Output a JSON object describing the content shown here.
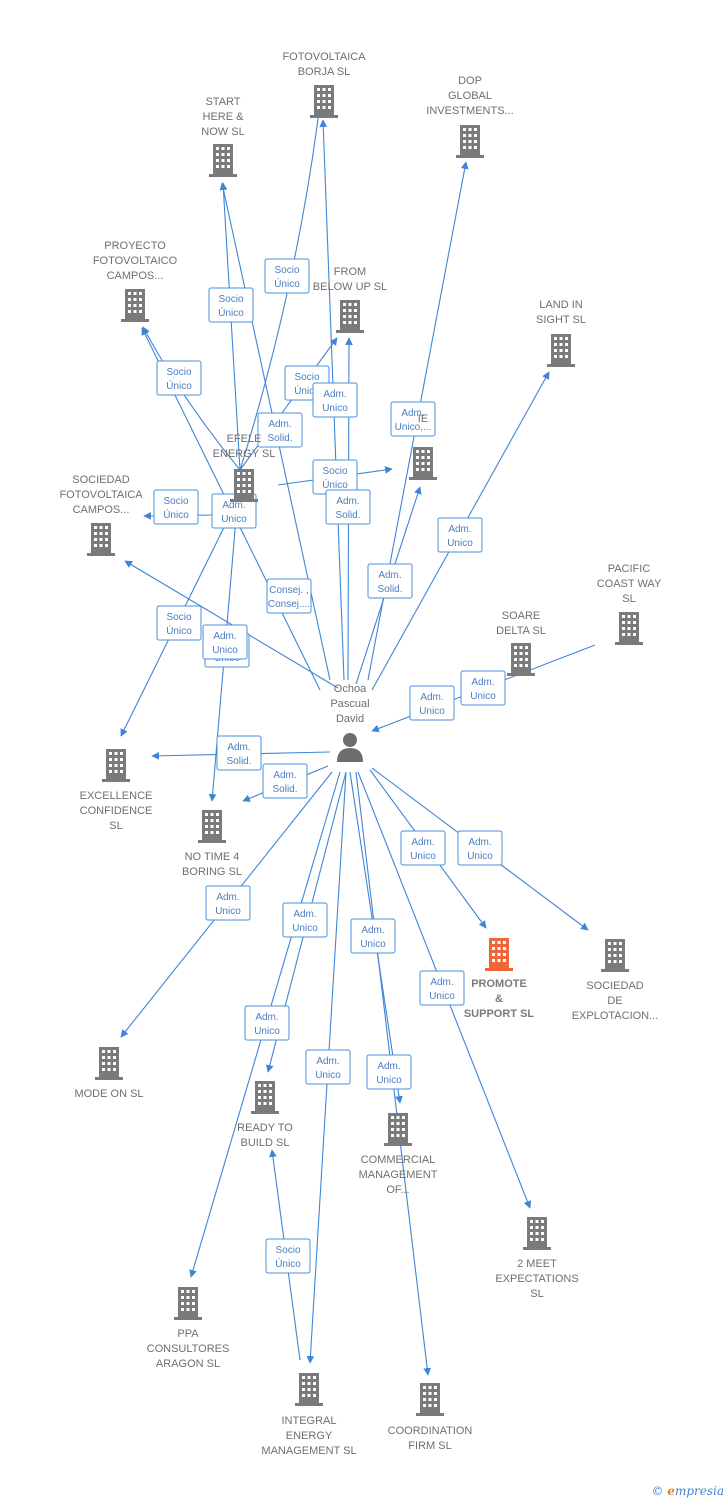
{
  "person": {
    "lines": [
      "Ochoa",
      "Pascual",
      "David"
    ]
  },
  "nodes": {
    "fotovoltaica_borja": {
      "lines": [
        "FOTOVOLTAICA",
        "BORJA  SL"
      ]
    },
    "start_here_now": {
      "lines": [
        "START",
        "HERE &",
        "NOW  SL"
      ]
    },
    "dop_global": {
      "lines": [
        "DOP",
        "GLOBAL",
        "INVESTMENTS..."
      ]
    },
    "proyecto_fotovoltaico": {
      "lines": [
        "PROYECTO",
        "FOTOVOLTAICO",
        "CAMPOS..."
      ]
    },
    "from_below_up": {
      "lines": [
        "FROM",
        "BELOW UP  SL"
      ]
    },
    "land_in_sight": {
      "lines": [
        "LAND IN",
        "SIGHT  SL"
      ]
    },
    "efele_energy": {
      "lines": [
        "EFELE",
        "ENERGY  SL"
      ]
    },
    "ie_company": {
      "lines": [
        "IE"
      ]
    },
    "sociedad_fotovoltaica": {
      "lines": [
        "SOCIEDAD",
        "FOTOVOLTAICA",
        "CAMPOS..."
      ]
    },
    "pacific_coast_way": {
      "lines": [
        "PACIFIC",
        "COAST WAY",
        "SL"
      ]
    },
    "soare_delta": {
      "lines": [
        "SOARE",
        "DELTA SL"
      ]
    },
    "excellence_confidence": {
      "lines": [
        "EXCELLENCE",
        "CONFIDENCE",
        "SL"
      ]
    },
    "no_time_4_boring": {
      "lines": [
        "NO TIME 4",
        "BORING  SL"
      ]
    },
    "promote_support": {
      "lines": [
        "PROMOTE",
        "&",
        "SUPPORT  SL"
      ]
    },
    "sociedad_explotacion": {
      "lines": [
        "SOCIEDAD",
        "DE",
        "EXPLOTACION..."
      ]
    },
    "mode_on": {
      "lines": [
        "MODE ON  SL"
      ]
    },
    "ready_to_build": {
      "lines": [
        "READY TO",
        "BUILD  SL"
      ]
    },
    "commercial_management": {
      "lines": [
        "COMMERCIAL",
        "MANAGEMENT",
        "OF..."
      ]
    },
    "two_meet_expectations": {
      "lines": [
        "2 MEET",
        "EXPECTATIONS",
        "SL"
      ]
    },
    "ppa_consultores": {
      "lines": [
        "PPA",
        "CONSULTORES",
        "ARAGON  SL"
      ]
    },
    "integral_energy": {
      "lines": [
        "INTEGRAL",
        "ENERGY",
        "MANAGEMENT SL"
      ]
    },
    "coordination_firm": {
      "lines": [
        "COORDINATION",
        "FIRM  SL"
      ]
    }
  },
  "edge_labels": [
    {
      "id": "socio_unico_borja",
      "lines": [
        "Socio",
        "Único"
      ]
    },
    {
      "id": "socio_unico_start",
      "lines": [
        "Socio",
        "Único"
      ]
    },
    {
      "id": "socio_unico_proyecto",
      "lines": [
        "Socio",
        "Único"
      ]
    },
    {
      "id": "socio_unico_frombelow",
      "lines": [
        "Socio",
        "Único"
      ]
    },
    {
      "id": "adm_unico_frombelow",
      "lines": [
        "Adm.",
        "Unico"
      ]
    },
    {
      "id": "adm_solid_efele",
      "lines": [
        "Adm.",
        "Solid."
      ]
    },
    {
      "id": "adm_unico_ie",
      "lines": [
        "Adm.",
        "Unico,..."
      ]
    },
    {
      "id": "socio_unico_ie",
      "lines": [
        "Socio",
        "Único"
      ]
    },
    {
      "id": "adm_solid_ie",
      "lines": [
        "Adm.",
        "Solid."
      ]
    },
    {
      "id": "socio_unico_sociedad",
      "lines": [
        "Socio",
        "Único"
      ]
    },
    {
      "id": "adm_unico_efele",
      "lines": [
        "Adm.",
        "Unico"
      ]
    },
    {
      "id": "adm_unico_land",
      "lines": [
        "Adm.",
        "Unico"
      ]
    },
    {
      "id": "adm_solid_ie2",
      "lines": [
        "Adm.",
        "Solid."
      ]
    },
    {
      "id": "consej",
      "lines": [
        "Consej. ,",
        "Consej...."
      ]
    },
    {
      "id": "socio_unico_excellence",
      "lines": [
        "Socio",
        "Único"
      ]
    },
    {
      "id": "adm_unico_notime_a",
      "lines": [
        "Adm.",
        "Unico"
      ]
    },
    {
      "id": "adm_unico_notime_b",
      "lines": [
        "Adm.",
        "Unico"
      ]
    },
    {
      "id": "adm_unico_pacific",
      "lines": [
        "Adm.",
        "Unico"
      ]
    },
    {
      "id": "adm_unico_soare",
      "lines": [
        "Adm.",
        "Unico"
      ]
    },
    {
      "id": "adm_solid_excellence",
      "lines": [
        "Adm.",
        "Solid."
      ]
    },
    {
      "id": "adm_solid_notime",
      "lines": [
        "Adm.",
        "Solid."
      ]
    },
    {
      "id": "adm_unico_promote",
      "lines": [
        "Adm.",
        "Unico"
      ]
    },
    {
      "id": "adm_unico_explotacion",
      "lines": [
        "Adm.",
        "Unico"
      ]
    },
    {
      "id": "adm_unico_modeon",
      "lines": [
        "Adm.",
        "Unico"
      ]
    },
    {
      "id": "adm_unico_ready_a",
      "lines": [
        "Adm.",
        "Unico"
      ]
    },
    {
      "id": "adm_unico_commercial_a",
      "lines": [
        "Adm.",
        "Unico"
      ]
    },
    {
      "id": "adm_unico_2meet",
      "lines": [
        "Adm.",
        "Unico"
      ]
    },
    {
      "id": "adm_unico_ppa",
      "lines": [
        "Adm.",
        "Unico"
      ]
    },
    {
      "id": "adm_unico_integral",
      "lines": [
        "Adm.",
        "Unico"
      ]
    },
    {
      "id": "adm_unico_coordination",
      "lines": [
        "Adm.",
        "Unico"
      ]
    },
    {
      "id": "socio_unico_integral",
      "lines": [
        "Socio",
        "Único"
      ]
    }
  ],
  "colors": {
    "edge": "#3f85d6",
    "building": "#7a7a7a",
    "focus_building": "#f0663a",
    "person": "#6d6d6d"
  },
  "icons": {
    "company": "building-icon",
    "person": "person-icon"
  },
  "brand": {
    "copyright": "©",
    "e": "e",
    "name": "mpresia"
  }
}
